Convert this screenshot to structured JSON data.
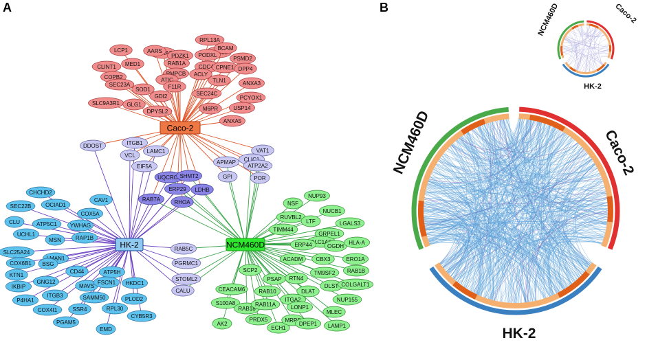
{
  "panel_a": {
    "label": "A",
    "hubs": {
      "caco": {
        "label": "Caco-2",
        "color": "#ee7744",
        "edge": "#e0562a"
      },
      "hk": {
        "label": "HK-2",
        "color": "#8fc8f0",
        "edge": "#6a3fc0"
      },
      "ncm": {
        "label": "NCM460D",
        "color": "#2ee62e",
        "edge": "#3aa54a"
      }
    },
    "groups": {
      "caco": {
        "fill": "#f08c8c",
        "stroke": "#a83a3a",
        "edge": "#e0562a"
      },
      "hk": {
        "fill": "#5ec2ee",
        "stroke": "#2a6f9a",
        "edge": "#6a3fc0"
      },
      "ncm": {
        "fill": "#8ef08e",
        "stroke": "#2d8a2d",
        "edge": "#3aa54a"
      },
      "caco_hk": {
        "fill": "#c8c8f2",
        "stroke": "#5a5a9a",
        "edge": "#6a3fc0"
      },
      "caco_ncm": {
        "fill": "#c8c8f2",
        "stroke": "#5a5a9a",
        "edge": "#3aa54a"
      },
      "hk_ncm": {
        "fill": "#c8c8f2",
        "stroke": "#5a5a9a",
        "edge": "#6a3fc0"
      },
      "all": {
        "fill": "#8a84e6",
        "stroke": "#3a3a8a",
        "edge": "#6a3fc0"
      }
    },
    "nodes": {
      "caco": [
        "ANXA7",
        "RPL13A",
        "LCP1",
        "AARS",
        "PDZK1",
        "HSDL2",
        "BCAM",
        "CLINT1",
        "MED1",
        "RAB1A",
        "PODXL",
        "CDC42",
        "PSMD2",
        "COPB2",
        "PMPCB",
        "ACLY",
        "CPNE1",
        "DPP4",
        "SEC23A",
        "SOD1",
        "ATIC",
        "TLN1",
        "ANXA3",
        "F11R",
        "SEC24C",
        "PCYOX1",
        "SLC9A3R1",
        "GLG1",
        "GDI2",
        "M6PR",
        "USP14",
        "DPYSL2",
        "ANXA5"
      ],
      "caco_hk": [
        "DDOST",
        "ITGB1",
        "LAMC1",
        "VCL",
        "EIF5A"
      ],
      "caco_ncm": [
        "VAT1",
        "APMAP",
        "CLIC1",
        "ATP2A2",
        "GPI",
        "POR"
      ],
      "all": [
        "UQCRC1",
        "SHMT2",
        "ERP29",
        "LDHB",
        "RAB7A",
        "RHOA"
      ],
      "hk": [
        "CHCHD2",
        "SEC22B",
        "OCIAD1",
        "CAV1",
        "COX5A",
        "CLU",
        "ATP5C1",
        "YWHAG",
        "UCHL1",
        "MSN",
        "RAP1B",
        "SLC25A24",
        "LMAN1",
        "COX6B1",
        "BSG",
        "KTN1",
        "CD44",
        "ATP5H",
        "IKBIP",
        "GNG12",
        "MAVS",
        "FSCN1",
        "HKDC1",
        "P4HA1",
        "ITGB3",
        "SAMM50",
        "PLOD2",
        "COX4I1",
        "SSR4",
        "RPL30",
        "CYB5R3",
        "PGAM5",
        "EMD"
      ],
      "hk_ncm": [
        "RAB5C",
        "PGRMC1",
        "STOML2",
        "CALU"
      ],
      "ncm": [
        "NUP93",
        "NSF",
        "RUVBL2",
        "NUCB1",
        "TIMM44",
        "LTF",
        "GRPEL1",
        "LGALS3",
        "SLC1A5",
        "ERP44",
        "OGDH",
        "HLA-A",
        "ACADM",
        "CBX3",
        "ERO1A",
        "TM9SF2",
        "RAB1B",
        "SCP2",
        "PSAP",
        "RTN4",
        "DLST",
        "COLGALT1",
        "CEACAM6",
        "RAB10",
        "DLAT",
        "NUP155",
        "S100A8",
        "RAB18",
        "RAB11A",
        "ITGA2",
        "LONP1",
        "MLEC",
        "AK2",
        "PRDX5",
        "ECH1",
        "MRPS",
        "DPEP1",
        "LAMP1"
      ]
    }
  },
  "panel_b": {
    "label": "B",
    "segments": [
      {
        "label": "Caco-2",
        "outer": "#e03030",
        "inner": "#f5b070",
        "accent": "#e0601a"
      },
      {
        "label": "HK-2",
        "outer": "#3a80c0",
        "inner": "#f5b070",
        "accent": "#e0601a"
      },
      {
        "label": "NCM460D",
        "outer": "#4aaa4a",
        "inner": "#f5b070",
        "accent": "#e0601a"
      }
    ],
    "link_color": "#5aa0d8",
    "small_link_color": "#9a9ad8"
  }
}
